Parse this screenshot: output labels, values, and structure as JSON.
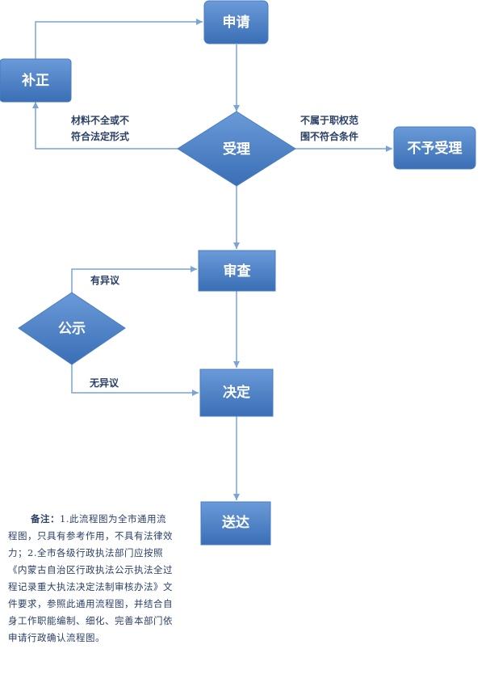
{
  "nodes": {
    "apply": "申请",
    "correct": "补正",
    "accept": "受理",
    "reject": "不予受理",
    "review": "审查",
    "publicize": "公示",
    "decide": "决定",
    "deliver": "送达"
  },
  "edges": {
    "incomplete_line1": "材料不全或不",
    "incomplete_line2": "符合法定形式",
    "out_of_scope_line1": "不属于职权范",
    "out_of_scope_line2": "围不符合条件",
    "objection": "有异议",
    "no_objection": "无异议"
  },
  "note": {
    "title": "备注：",
    "body": "1.此流程图为全市通用流程图，只具有参考作用，不具有法律效力；2.全市各级行政执法部门应按照《内蒙古自治区行政执法公示执法全过程记录重大执法决定法制审核办法》文件要求，参照此通用流程图，并结合自身工作职能编制、细化、完善本部门依申请行政确认流程图。"
  },
  "colors": {
    "node_fill_top": "#5b8fd2",
    "node_fill_bottom": "#3a70b8",
    "arrow": "#7aa3d6",
    "label_text": "#2a3f66"
  }
}
